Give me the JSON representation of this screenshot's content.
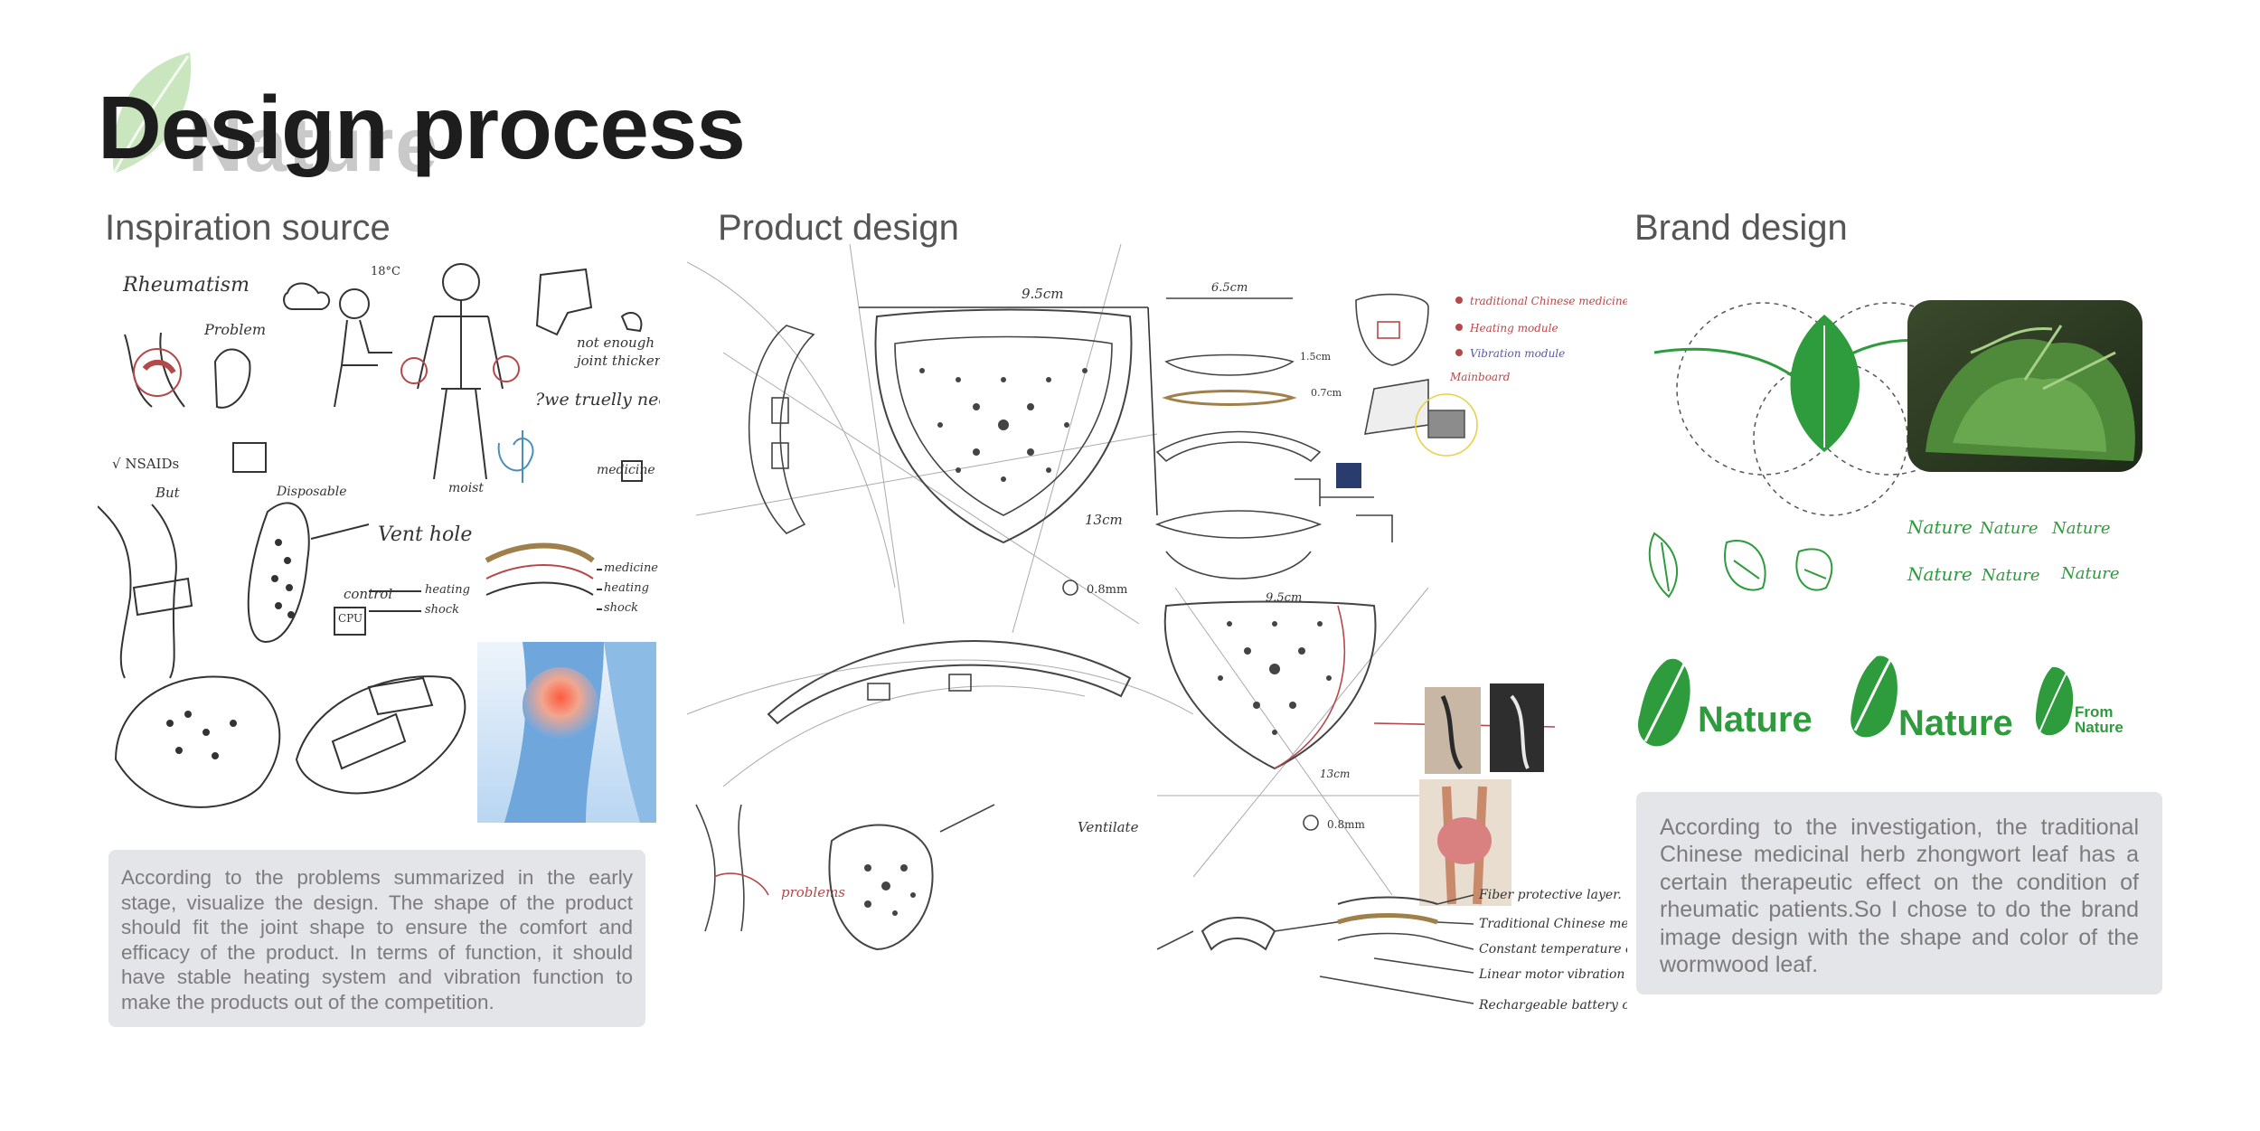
{
  "page": {
    "title": "Design process",
    "title_ghost_word": "Nature"
  },
  "sections": {
    "inspiration": {
      "heading": "Inspiration source",
      "description": "According to the problems summarized in the early stage, visualize the design. The shape of the product should fit the joint shape to ensure the comfort and efficacy of the product. In terms of function, it should have stable heating system and vibration function to make the products out of the competition.",
      "sketch_notes": {
        "rheumatism": "Rheumatism",
        "problem": "Problem",
        "temperature": "18°C",
        "not_enough": "not enough",
        "joint_thickening": "joint thickening",
        "we_truly_need": "?we truelly need?",
        "nsaids": "√ NSAIDs",
        "but": "But",
        "disposable": "Disposable",
        "moist": "moist",
        "medicine_small": "medicine",
        "vent_hole": "Vent hole",
        "control": "control",
        "heating": "heating",
        "shock": "shock",
        "cpu": "CPU",
        "layer_medicine": "medicine",
        "layer_heating": "heating",
        "layer_shock": "shock"
      }
    },
    "product": {
      "heading": "Product design",
      "sketch_notes": {
        "width_top": "9.5cm",
        "height_right": "13cm",
        "hole_size_1": "0.8mm",
        "exploded_width": "6.5cm",
        "layer_thickness": "1.5cm",
        "layer_small": "0.7cm",
        "legend_tcm": "traditional Chinese medicine",
        "legend_heating": "Heating module",
        "legend_vibration": "Vibration module",
        "motherboard": "Mainboard",
        "width_lower": "9.5cm",
        "height_lower": "13cm",
        "hole_size_2": "0.8mm",
        "ventilate": "Ventilate",
        "problems": "problems",
        "layer_1": "Fiber protective layer.",
        "layer_2": "Traditional Chinese medicine filling layer.",
        "layer_3": "Constant temperature controllable heating layer",
        "layer_4": "Linear motor vibration unit.",
        "layer_5": "Rechargeable battery compartment."
      }
    },
    "brand": {
      "heading": "Brand design",
      "description": "According to the investigation, the traditional Chinese medicinal herb zhongwort leaf has a certain therapeutic effect on the condition of rheumatic patients.So I chose to do the brand image design with the shape and color of the wormwood leaf.",
      "handwriting_samples": [
        "Nature",
        "Nature",
        "Nature",
        "Nature",
        "Nature",
        "Nature"
      ],
      "logos": [
        {
          "word": "Nature"
        },
        {
          "word": "Nature"
        },
        {
          "line1": "From",
          "line2": "Nature"
        }
      ],
      "brand_green": "#2e9b3c"
    }
  },
  "colors": {
    "title": "#1d1d1d",
    "heading": "#555555",
    "text_box_bg": "#e4e5e9",
    "text_box_fg": "#7c7c7c",
    "leaf_green": "#2e9b3c",
    "sketch_ink": "#333333",
    "sketch_red": "#b5484a"
  }
}
